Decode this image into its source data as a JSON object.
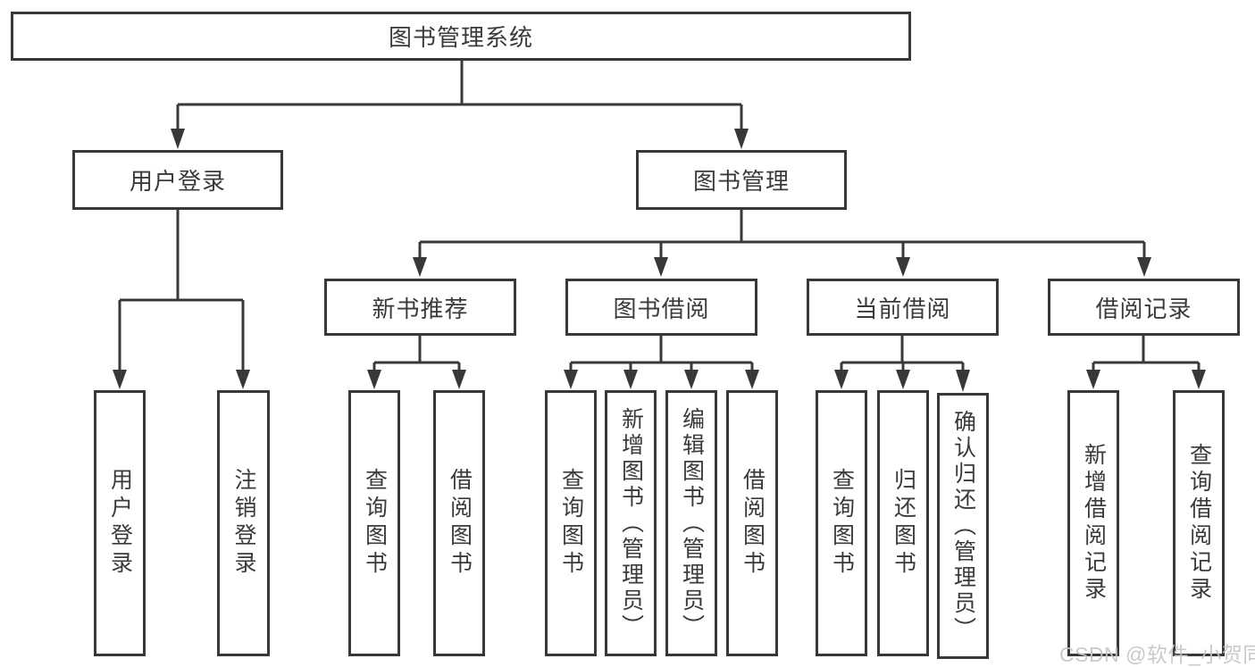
{
  "diagram": {
    "root": "图书管理系统",
    "level2": [
      {
        "label": "用户登录",
        "children": [
          "用户登录",
          "注销登录"
        ]
      },
      {
        "label": "图书管理",
        "groups": [
          {
            "label": "新书推荐",
            "children": [
              "查询图书",
              "借阅图书"
            ]
          },
          {
            "label": "图书借阅",
            "children": [
              "查询图书",
              "新增图书（管理员）",
              "编辑图书（管理员）",
              "借阅图书"
            ]
          },
          {
            "label": "当前借阅",
            "children": [
              "查询图书",
              "归还图书",
              "确认归还（管理员）"
            ]
          },
          {
            "label": "借阅记录",
            "children": [
              "新增借阅记录",
              "查询借阅记录"
            ]
          }
        ]
      }
    ]
  },
  "watermark": {
    "text": "CSDN @软件_小贺同学",
    "color": "#c3c6c9"
  },
  "colors": {
    "line": "#383838",
    "text": "#3a3a3a",
    "box_fill": "#ffffff",
    "background": "#ffffff"
  }
}
